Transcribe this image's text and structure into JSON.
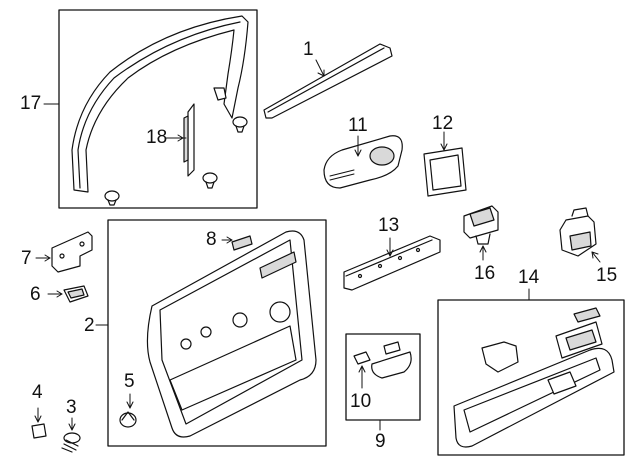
{
  "callouts": {
    "c1": "1",
    "c2": "2",
    "c3": "3",
    "c4": "4",
    "c5": "5",
    "c6": "6",
    "c7": "7",
    "c8": "8",
    "c9": "9",
    "c10": "10",
    "c11": "11",
    "c12": "12",
    "c13": "13",
    "c14": "14",
    "c15": "15",
    "c16": "16",
    "c17": "17",
    "c18": "18"
  },
  "colors": {
    "line": "#111111",
    "part_fill": "#ffffff",
    "shade": "#d9d9d9"
  }
}
